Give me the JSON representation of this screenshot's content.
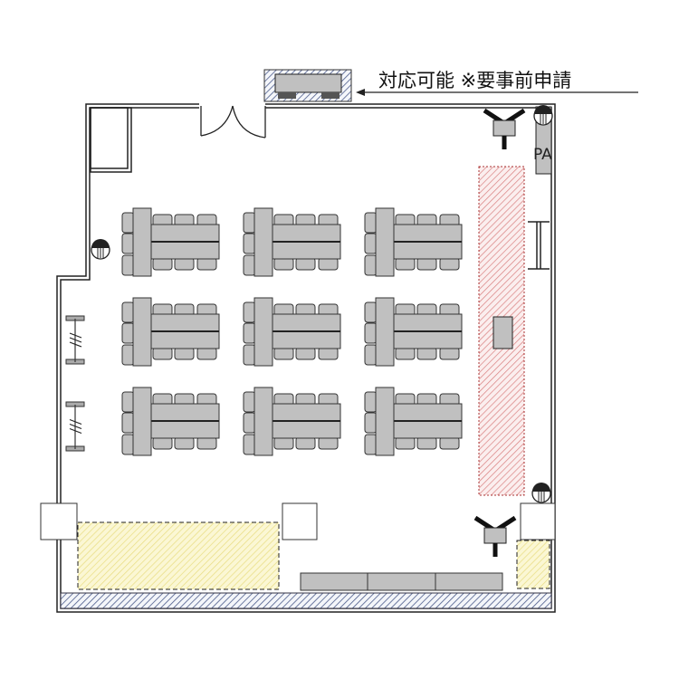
{
  "note": {
    "text": "対応可能 ※要事前申請"
  },
  "pa_label": "PA",
  "colors": {
    "wall": "#222222",
    "furniture": "#c0c0c0",
    "stage_hatch": "#d98080",
    "area_hatch": "#e8dc80",
    "strip_hatch": "#4a5a8a"
  },
  "table_groups": {
    "rows": 3,
    "cols": 3
  }
}
